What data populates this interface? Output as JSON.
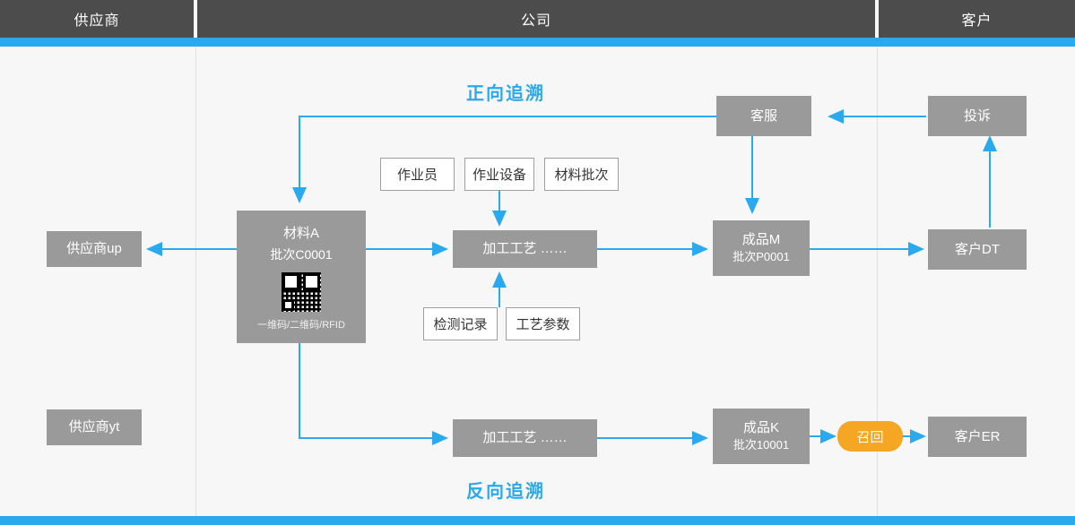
{
  "header": {
    "lanes": [
      {
        "label": "供应商"
      },
      {
        "label": "公司"
      },
      {
        "label": "客户"
      }
    ]
  },
  "captions": {
    "forward": "正向追溯",
    "reverse": "反向追溯"
  },
  "nodes": {
    "supplier_up": {
      "label": "供应商up"
    },
    "supplier_yt": {
      "label": "供应商yt"
    },
    "material": {
      "title": "材料A",
      "batch": "批次C0001",
      "codes": "一维码/二维码/RFID"
    },
    "process_top": {
      "label": "加工工艺  ……"
    },
    "process_bottom": {
      "label": "加工工艺  ……"
    },
    "product_m": {
      "title": "成品M",
      "batch": "批次P0001"
    },
    "product_k": {
      "title": "成品K",
      "batch": "批次10001"
    },
    "customer_service": {
      "label": "客服"
    },
    "complaint": {
      "label": "投诉"
    },
    "customer_dt": {
      "label": "客户DT"
    },
    "customer_er": {
      "label": "客户ER"
    },
    "recall": {
      "label": "召回"
    }
  },
  "attributes": {
    "operator": "作业员",
    "equipment": "作业设备",
    "material_batch": "材料批次",
    "inspection_record": "检测记录",
    "process_parameter": "工艺参数"
  },
  "colors": {
    "accent": "#2aa9ee",
    "node": "#9a9a9a",
    "header": "#4c4c4c",
    "recall": "#f5a623",
    "background": "#f7f7f7"
  }
}
